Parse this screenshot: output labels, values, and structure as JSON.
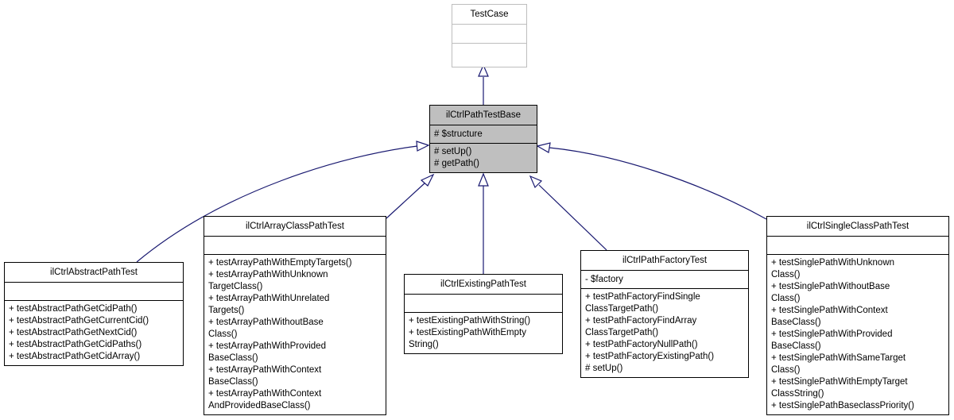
{
  "colors": {
    "arrow": "#191970",
    "box_border": "#000000",
    "highlight_fill": "#bfbfbf",
    "external_border": "#bebebe",
    "background": "#ffffff",
    "text": "#000000"
  },
  "diagram": {
    "classes": [
      {
        "name": "TestCase",
        "attribute_lines": [],
        "method_lines": []
      },
      {
        "name": "ilCtrlPathTestBase",
        "attribute_lines": [
          "# $structure"
        ],
        "method_lines": [
          "# setUp()",
          "# getPath()"
        ]
      },
      {
        "name": "ilCtrlAbstractPathTest",
        "attribute_lines": [],
        "method_lines": [
          "+ testAbstractPathGetCidPath()",
          "+ testAbstractPathGetCurrentCid()",
          "+ testAbstractPathGetNextCid()",
          "+ testAbstractPathGetCidPaths()",
          "+ testAbstractPathGetCidArray()"
        ]
      },
      {
        "name": "ilCtrlArrayClassPathTest",
        "attribute_lines": [],
        "method_lines": [
          "+ testArrayPathWithEmptyTargets()",
          "+ testArrayPathWithUnknown",
          "TargetClass()",
          "+ testArrayPathWithUnrelated",
          "Targets()",
          "+ testArrayPathWithoutBase",
          "Class()",
          "+ testArrayPathWithProvided",
          "BaseClass()",
          "+ testArrayPathWithContext",
          "BaseClass()",
          "+ testArrayPathWithContext",
          "AndProvidedBaseClass()"
        ]
      },
      {
        "name": "ilCtrlExistingPathTest",
        "attribute_lines": [],
        "method_lines": [
          "+ testExistingPathWithString()",
          "+ testExistingPathWithEmpty",
          "String()"
        ]
      },
      {
        "name": "ilCtrlPathFactoryTest",
        "attribute_lines": [
          "- $factory"
        ],
        "method_lines": [
          "+ testPathFactoryFindSingle",
          "ClassTargetPath()",
          "+ testPathFactoryFindArray",
          "ClassTargetPath()",
          "+ testPathFactoryNullPath()",
          "+ testPathFactoryExistingPath()",
          "# setUp()"
        ]
      },
      {
        "name": "ilCtrlSingleClassPathTest",
        "attribute_lines": [],
        "method_lines": [
          "+ testSinglePathWithUnknown",
          "Class()",
          "+ testSinglePathWithoutBase",
          "Class()",
          "+ testSinglePathWithContext",
          "BaseClass()",
          "+ testSinglePathWithProvided",
          "BaseClass()",
          "+ testSinglePathWithSameTarget",
          "Class()",
          "+ testSinglePathWithEmptyTarget",
          "ClassString()",
          "+ testSinglePathBaseclassPriority()"
        ]
      }
    ],
    "relations": [
      {
        "from": "ilCtrlPathTestBase",
        "to": "TestCase",
        "type": "inheritance"
      },
      {
        "from": "ilCtrlAbstractPathTest",
        "to": "ilCtrlPathTestBase",
        "type": "inheritance"
      },
      {
        "from": "ilCtrlArrayClassPathTest",
        "to": "ilCtrlPathTestBase",
        "type": "inheritance"
      },
      {
        "from": "ilCtrlExistingPathTest",
        "to": "ilCtrlPathTestBase",
        "type": "inheritance"
      },
      {
        "from": "ilCtrlPathFactoryTest",
        "to": "ilCtrlPathTestBase",
        "type": "inheritance"
      },
      {
        "from": "ilCtrlSingleClassPathTest",
        "to": "ilCtrlPathTestBase",
        "type": "inheritance"
      }
    ]
  }
}
